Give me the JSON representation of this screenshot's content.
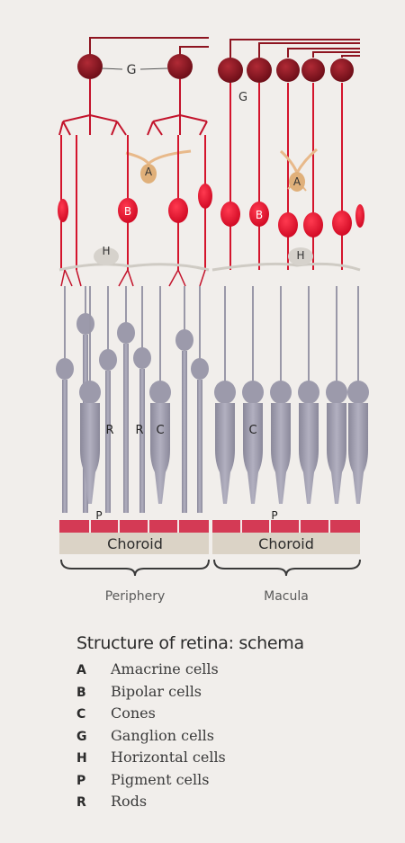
{
  "diagram": {
    "cell_letters": {
      "G": "G",
      "A": "A",
      "B": "B",
      "H": "H",
      "R": "R",
      "C": "C",
      "P": "P"
    },
    "choroid_label": "Choroid",
    "sections": [
      "Periphery",
      "Macula"
    ]
  },
  "legend": {
    "title": "Structure of retina: schema",
    "items": [
      {
        "key": "A",
        "text": "Amacrine cells"
      },
      {
        "key": "B",
        "text": "Bipolar cells"
      },
      {
        "key": "C",
        "text": "Cones"
      },
      {
        "key": "G",
        "text": "Ganglion cells"
      },
      {
        "key": "H",
        "text": "Horizontal cells"
      },
      {
        "key": "P",
        "text": "Pigment cells"
      },
      {
        "key": "R",
        "text": "Rods"
      }
    ]
  },
  "colors": {
    "ganglion": "#8e1420",
    "bipolar": "#e3122e",
    "amacrine": "#e8b98a",
    "horizontal": "#d6d2cc",
    "photoreceptor": "#9a98a8",
    "pigment": "#d43a55",
    "choroid": "#dbd3c6"
  }
}
